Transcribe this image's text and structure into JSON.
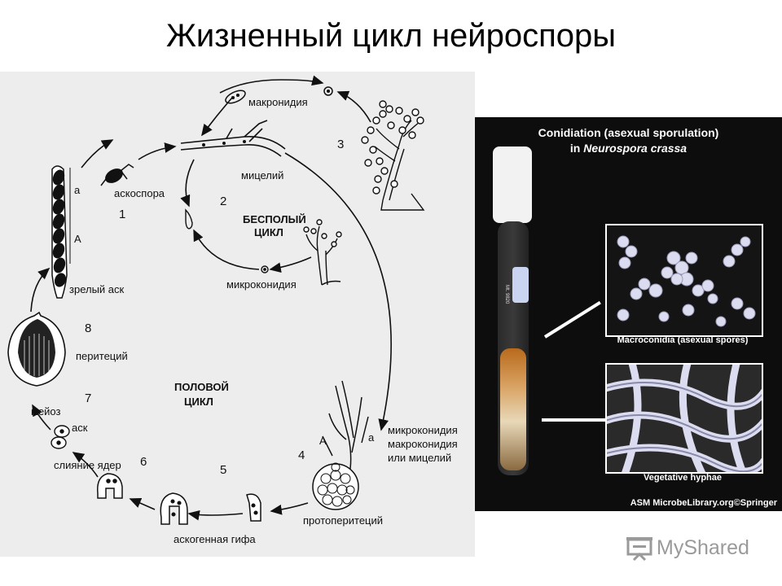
{
  "slide": {
    "title": "Жизненный цикл нейроспоры"
  },
  "diagram": {
    "labels": {
      "macroconidia": "макронидия",
      "mycelium": "мицелий",
      "ascospore": "аскоспора",
      "mature_ascus": "зрелый аск",
      "perithecium": "перитеций",
      "meiosis": "мейоз",
      "ascus": "аск",
      "nuclear_fusion": "слияние ядер",
      "ascogenous_hypha": "аскогенная гифа",
      "protoperithecium": "протоперитеций",
      "microconidia_bottom": "микроконидия",
      "fert_line1": "микроконидия",
      "fert_line2": "макроконидия",
      "fert_line3": "или мицелий",
      "asexual_line1": "БЕСПОЛЫЙ",
      "asexual_line2": "ЦИКЛ",
      "sexual_line1": "ПОЛОВОЙ",
      "sexual_line2": "ЦИКЛ",
      "mating_a_small": "а",
      "mating_A_big": "А",
      "mating_a_small_2": "а",
      "mating_A_big_2": "А"
    },
    "steps": [
      "1",
      "2",
      "3",
      "4",
      "5",
      "6",
      "7",
      "8"
    ]
  },
  "photo": {
    "title": "Conidiation (asexual sporulation)",
    "subtitle_prefix": "in ",
    "subtitle_species": "Neurospora crassa",
    "tube_label": "Mt. 9820",
    "caption_top": "Macroconidia (asexual spores)",
    "caption_bottom": "Vegetative hyphae",
    "credit": "ASM MicrobeLibrary.org©Springer"
  },
  "watermark": {
    "text": "MyShared",
    "icon": "presentation-board-icon"
  }
}
